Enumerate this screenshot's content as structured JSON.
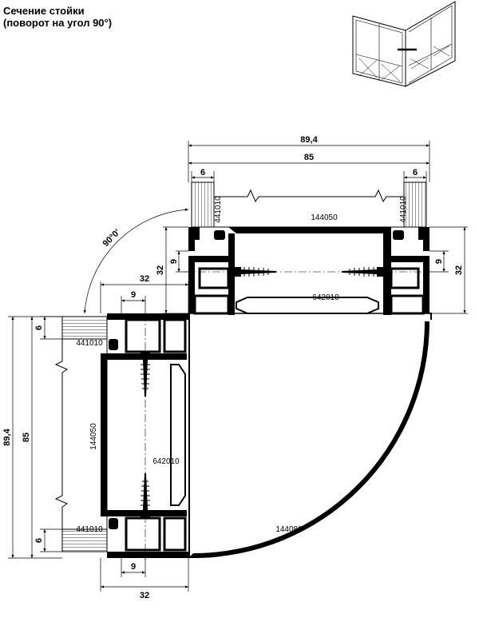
{
  "title": {
    "line1": "Сечение стойки",
    "line2": "(поворот на угол 90°)"
  },
  "dimensions": {
    "top_total": "89,4",
    "top_inner": "85",
    "top_left_6": "6",
    "top_right_6": "6",
    "left_9": "9",
    "left_32": "32",
    "right_9": "9",
    "right_32": "32",
    "mid_32": "32",
    "mid_9": "9",
    "angle": "90°0'",
    "left_total": "89,4",
    "left_inner": "85",
    "left_top_6": "6",
    "left_bottom_6": "6",
    "bottom_9": "9",
    "bottom_32": "32"
  },
  "parts": {
    "glazing_bead_top_left": "441010",
    "glazing_bead_top_right": "441010",
    "glazing_bead_left_top": "441010",
    "glazing_bead_left_bottom": "441010",
    "profile_top": "144050",
    "profile_left": "144050",
    "insert_top": "642010",
    "insert_left": "642010",
    "corner_profile": "144080"
  },
  "colors": {
    "line": "#000000",
    "profile_fill": "#000000",
    "glass_fill": "#ffffff"
  }
}
